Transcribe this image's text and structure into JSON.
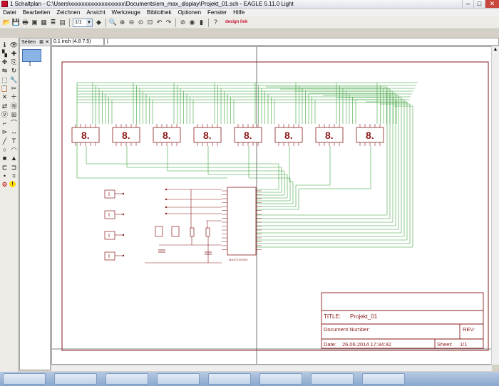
{
  "window": {
    "title": "1 Schaltplan - C:\\Users\\xxxxxxxxxxxxxxxxxxx\\Documents\\em_max_display\\Projekt_01.sch - EAGLE 5.11.0 Light",
    "minimize": "–",
    "maximize": "□",
    "close": "✕"
  },
  "menu": [
    "Datei",
    "Bearbeiten",
    "Zeichnen",
    "Ansicht",
    "Werkzeuge",
    "Bibliothek",
    "Optionen",
    "Fenster",
    "Hilfe"
  ],
  "toolbar": {
    "zoom_select": "1/1",
    "brand": "design link"
  },
  "sheets_panel": {
    "title": "Seiten",
    "sheet_number": "1"
  },
  "command": {
    "coordinates": "0.1 inch (4.8 7.5)",
    "input_value": "|"
  },
  "title_block": {
    "title_label": "TITLE:",
    "title_value": "Projekt_01",
    "doc_number_label": "Document Number:",
    "rev_label": "REV:",
    "date_label": "Date:",
    "date_value": "26.06.2014 17:34:32",
    "sheet_label": "Sheet:",
    "sheet_value": "1/1"
  },
  "schematic": {
    "digit_glyph": "8.",
    "digit_count": 8,
    "ic_label": "MAX7219CNG",
    "colors": {
      "frame": "#8b1a1a",
      "wire": "#2e9b2e",
      "part": "#8b1a1a"
    }
  }
}
